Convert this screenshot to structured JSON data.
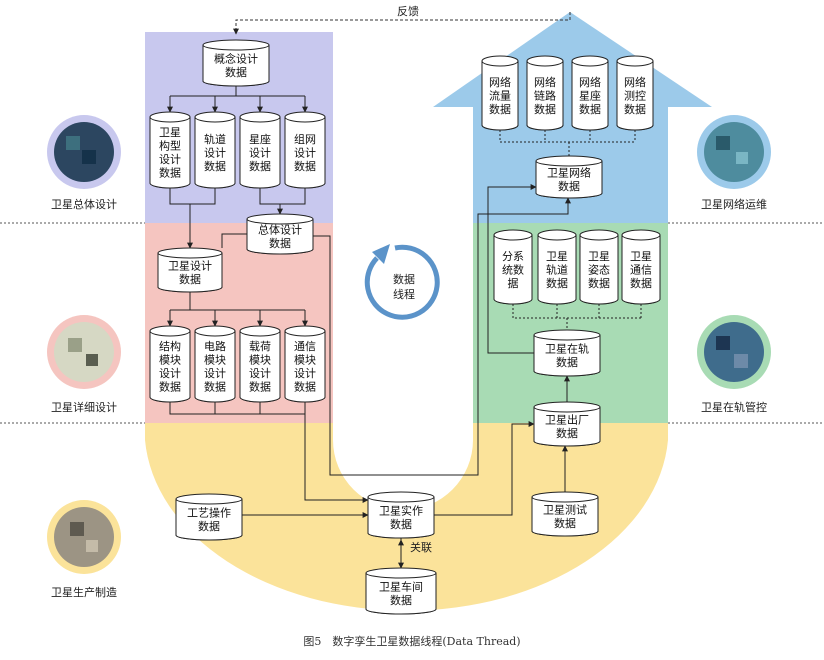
{
  "caption": "图5　数字孪生卫星数据线程(Data Thread)",
  "feedback_label": "反馈",
  "association_label": "关联",
  "cycle_label": [
    "数据",
    "线程"
  ],
  "stages": [
    {
      "key": "overall_design",
      "label": "卫星总体设计",
      "color": "#c8c8ee"
    },
    {
      "key": "detail_design",
      "label": "卫星详细设计",
      "color": "#f5c5c0"
    },
    {
      "key": "manufacturing",
      "label": "卫星生产制造",
      "color": "#fbe39a"
    },
    {
      "key": "in_orbit",
      "label": "卫星在轨管控",
      "color": "#a8dbb4"
    },
    {
      "key": "network_ops",
      "label": "卫星网络运维",
      "color": "#9ccaea"
    }
  ],
  "nodes": {
    "concept": [
      "概念设计",
      "数据"
    ],
    "config": [
      "卫星",
      "构型",
      "设计",
      "数据"
    ],
    "orbit_design": [
      "轨道",
      "设计",
      "数据"
    ],
    "constellation_design": [
      "星座",
      "设计",
      "数据"
    ],
    "network_design": [
      "组网",
      "设计",
      "数据"
    ],
    "overall": [
      "总体设计",
      "数据"
    ],
    "sat_design": [
      "卫星设计",
      "数据"
    ],
    "structure": [
      "结构",
      "模块",
      "设计",
      "数据"
    ],
    "circuit": [
      "电路",
      "模块",
      "设计",
      "数据"
    ],
    "payload": [
      "载荷",
      "模块",
      "设计",
      "数据"
    ],
    "comm": [
      "通信",
      "模块",
      "设计",
      "数据"
    ],
    "process": [
      "工艺操作",
      "数据"
    ],
    "as_built": [
      "卫星实作",
      "数据"
    ],
    "workshop": [
      "卫星车间",
      "数据"
    ],
    "test": [
      "卫星测试",
      "数据"
    ],
    "factory": [
      "卫星出厂",
      "数据"
    ],
    "in_orbit": [
      "卫星在轨",
      "数据"
    ],
    "subsystem": [
      "分系",
      "统数",
      "据"
    ],
    "sat_orbit": [
      "卫星",
      "轨道",
      "数据"
    ],
    "attitude": [
      "卫星",
      "姿态",
      "数据"
    ],
    "sat_comm": [
      "卫星",
      "通信",
      "数据"
    ],
    "network": [
      "卫星网络",
      "数据"
    ],
    "traffic": [
      "网络",
      "流量",
      "数据"
    ],
    "link": [
      "网络",
      "链路",
      "数据"
    ],
    "constellation": [
      "网络",
      "星座",
      "数据"
    ],
    "telecontrol": [
      "网络",
      "测控",
      "数据"
    ]
  },
  "colors": {
    "cylinder_fill": "#ffffff",
    "line": "#222222",
    "cycle_arrow": "#5b93c9",
    "dashed_divider": "#555555"
  }
}
